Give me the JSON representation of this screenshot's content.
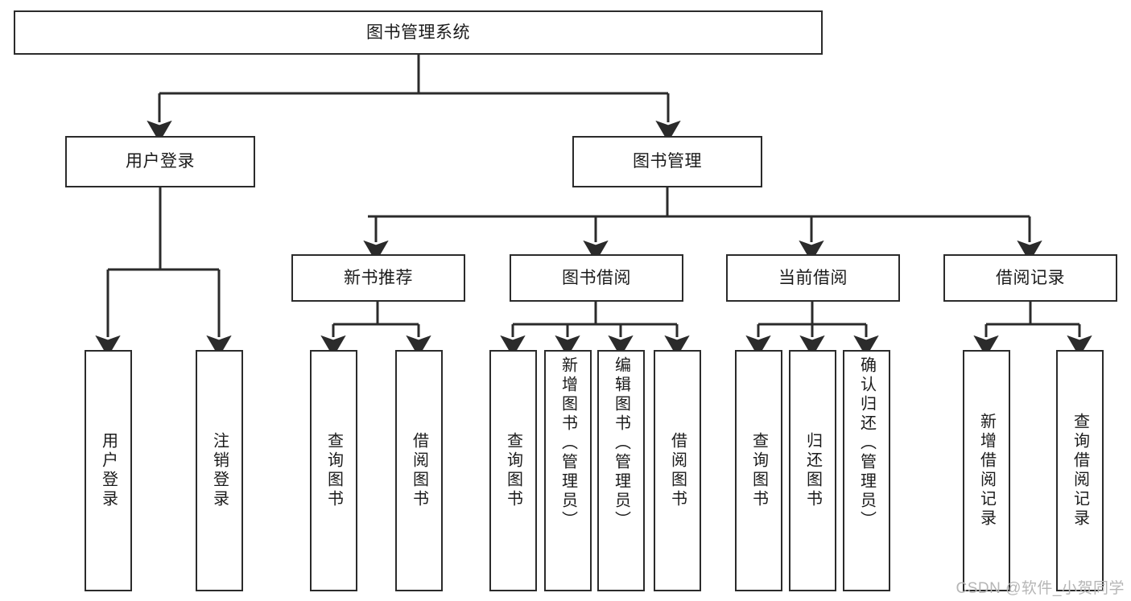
{
  "diagram": {
    "title": "图书管理系统",
    "type": "hierarchy-tree",
    "watermark": "CSDN @软件_小贺同学",
    "colors": {
      "stroke": "#2b2b2b",
      "fill": "#ffffff",
      "text": "#1b1b1b",
      "watermark": "#b6b6b6"
    },
    "nodes": {
      "root": {
        "label": "图书管理系统"
      },
      "level2": [
        {
          "id": "user-login",
          "label": "用户登录"
        },
        {
          "id": "book-manage",
          "label": "图书管理"
        }
      ],
      "level3": [
        {
          "id": "new-book-recommend",
          "label": "新书推荐"
        },
        {
          "id": "book-borrow",
          "label": "图书借阅"
        },
        {
          "id": "current-borrow",
          "label": "当前借阅"
        },
        {
          "id": "borrow-record",
          "label": "借阅记录"
        }
      ],
      "leaves": {
        "user_login": [
          {
            "id": "leaf-user-login",
            "label": "用户登录"
          },
          {
            "id": "leaf-logout-login",
            "label": "注销登录"
          }
        ],
        "new_book_recommend": [
          {
            "id": "leaf-query-book-1",
            "label": "查询图书"
          },
          {
            "id": "leaf-borrow-book-1",
            "label": "借阅图书"
          }
        ],
        "book_borrow": [
          {
            "id": "leaf-query-book-2",
            "label": "查询图书"
          },
          {
            "id": "leaf-add-book",
            "label": "新增图书（管理员）"
          },
          {
            "id": "leaf-edit-book",
            "label": "编辑图书（管理员）"
          },
          {
            "id": "leaf-borrow-book-2",
            "label": "借阅图书"
          }
        ],
        "current_borrow": [
          {
            "id": "leaf-query-book-3",
            "label": "查询图书"
          },
          {
            "id": "leaf-return-book",
            "label": "归还图书"
          },
          {
            "id": "leaf-confirm-return",
            "label": "确认归还（管理员）"
          }
        ],
        "borrow_record": [
          {
            "id": "leaf-add-record",
            "label": "新增借阅记录"
          },
          {
            "id": "leaf-query-record",
            "label": "查询借阅记录"
          }
        ]
      }
    }
  }
}
